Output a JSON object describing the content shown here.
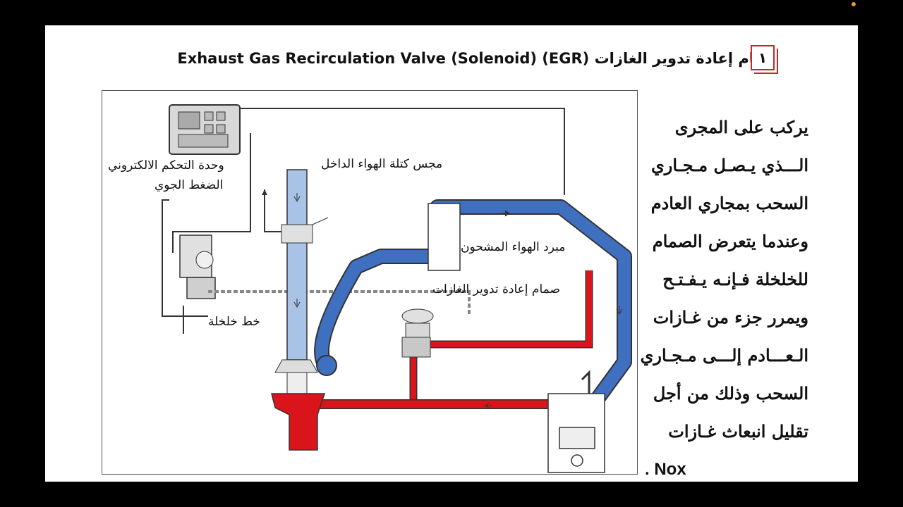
{
  "slide": {
    "badge": "١",
    "title_ar": "صمام إعادة تدوير الغازات",
    "title_en": "Exhaust Gas Recirculation Valve (Solenoid) (EGR)"
  },
  "diagram": {
    "labels": {
      "ecu_line1": "وحدة التحكم الالكتروني",
      "ecu_line2": "الضغط الجوي",
      "maf": "مجس كتلة الهواء الداخل",
      "intercooler": "مبرد الهواء المشحون",
      "egr_valve": "صمام إعادة تدوير الغازات",
      "vacuum_line": "خط خلخلة"
    },
    "colors": {
      "intake": "#3f6fbf",
      "intake_light": "#a9c3e6",
      "exhaust": "#d9151b",
      "line": "#333333"
    }
  },
  "side_text": {
    "lines": [
      "يركب على المجرى",
      "الـــذي يـصـل مـجـاري",
      "السحب بمجاري العادم",
      "وعندما يتعرض الصمام",
      "للخلخلة فـإنـه يـفـتـح",
      "ويمرر جزء من غـازات",
      "الـعـــادم إلـــى مـجـاري",
      "السحب وذلك من أجل",
      "تقليل انبعاث غـازات",
      ". Nox"
    ]
  }
}
